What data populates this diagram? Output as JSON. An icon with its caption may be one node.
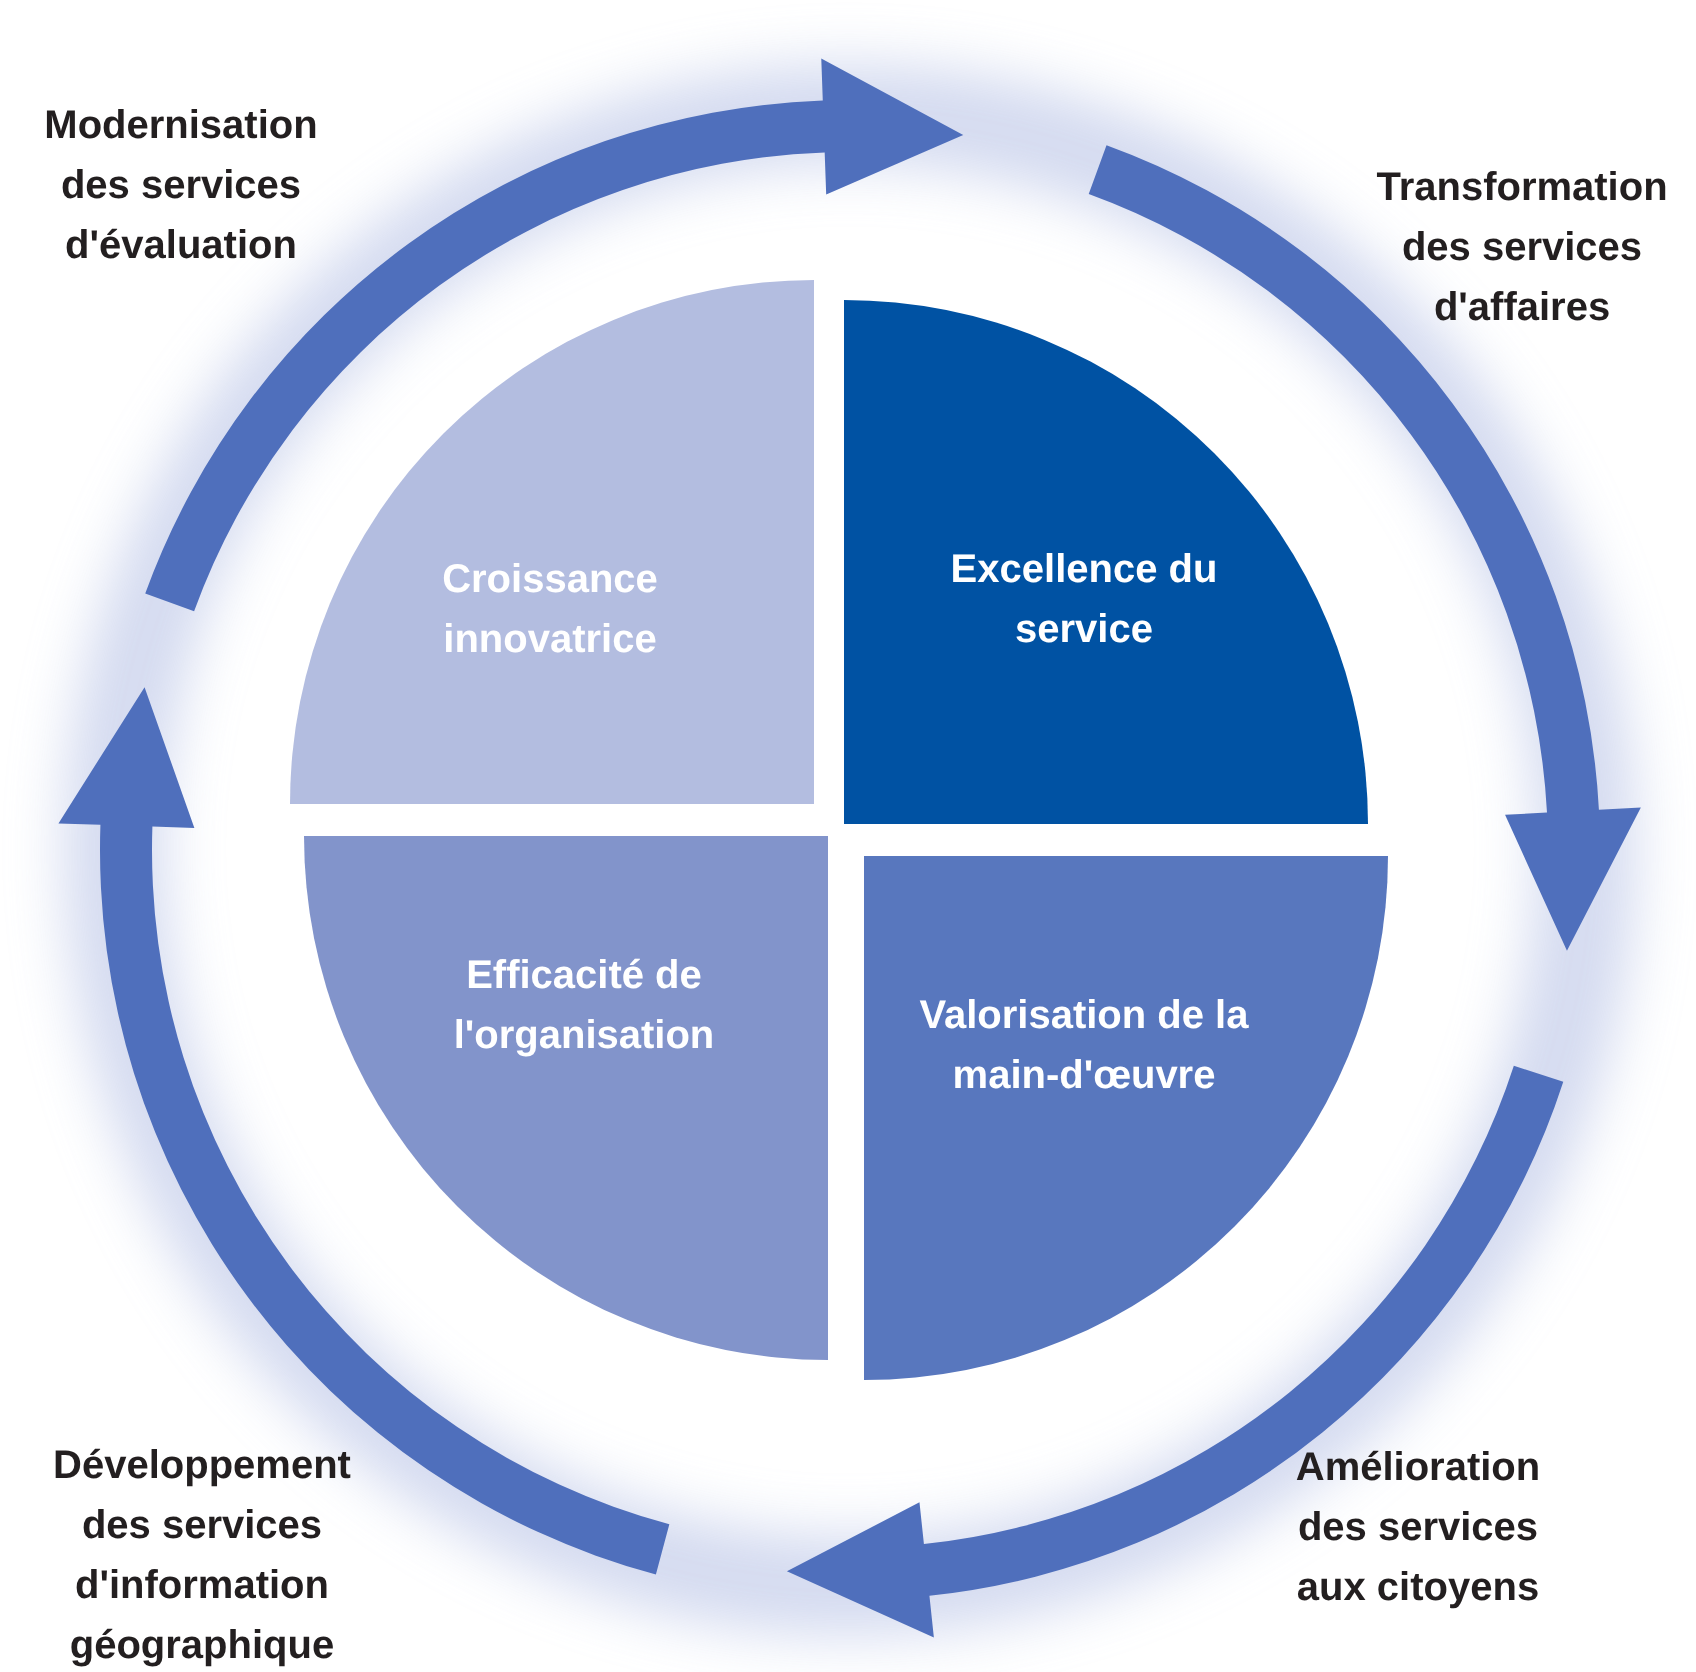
{
  "diagram": {
    "nodes": [
      {
        "text": [
          "Croissance innovatrice"
        ]
      },
      {
        "text": [
          "Excellence du service"
        ]
      },
      {
        "text": [
          "Efficacité de l'organisation"
        ]
      },
      {
        "text": [
          "Valorisation de la main-d'œuvre"
        ]
      }
    ],
    "labels": [
      "Modernisation des services d'évaluation",
      "Transformation des services d'affaires",
      "Développement des services d'information géographique",
      "Amélioration des services aux citoyens"
    ]
  }
}
